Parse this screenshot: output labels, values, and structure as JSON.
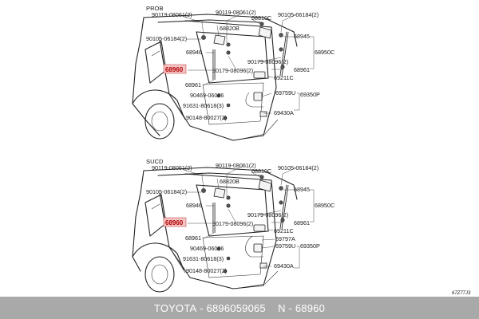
{
  "diagram": {
    "panels": [
      {
        "variant": "PROB",
        "callouts": [
          {
            "code": "90119-08061(2)",
            "highlight": false
          },
          {
            "code": "90119-08061(2)",
            "highlight": false
          },
          {
            "code": "68810C",
            "highlight": false
          },
          {
            "code": "90105-06184(2)",
            "highlight": false
          },
          {
            "code": "68820B",
            "highlight": false
          },
          {
            "code": "90105-06184(2)",
            "highlight": false
          },
          {
            "code": "68945",
            "highlight": false
          },
          {
            "code": "68950C",
            "highlight": false
          },
          {
            "code": "68946",
            "highlight": false
          },
          {
            "code": "90179-08096(2)",
            "highlight": false
          },
          {
            "code": "68960",
            "highlight": true
          },
          {
            "code": "90179-08096(2)",
            "highlight": false
          },
          {
            "code": "68961",
            "highlight": false
          },
          {
            "code": "69211C",
            "highlight": false
          },
          {
            "code": "68961",
            "highlight": false
          },
          {
            "code": "90469-06006",
            "highlight": false
          },
          {
            "code": "69759U",
            "highlight": false
          },
          {
            "code": "69350P",
            "highlight": false
          },
          {
            "code": "91631-80618(3)",
            "highlight": false
          },
          {
            "code": "90148-80027(2)",
            "highlight": false
          },
          {
            "code": "69430A",
            "highlight": false
          }
        ]
      },
      {
        "variant": "SUCD",
        "callouts": [
          {
            "code": "90119-08061(2)",
            "highlight": false
          },
          {
            "code": "90119-08061(2)",
            "highlight": false
          },
          {
            "code": "90105-06184(2)",
            "highlight": false
          },
          {
            "code": "68810C",
            "highlight": false
          },
          {
            "code": "68820B",
            "highlight": false
          },
          {
            "code": "90105-06184(2)",
            "highlight": false
          },
          {
            "code": "68945",
            "highlight": false
          },
          {
            "code": "68946",
            "highlight": false
          },
          {
            "code": "68950C",
            "highlight": false
          },
          {
            "code": "68960",
            "highlight": true
          },
          {
            "code": "90179-08096(2)",
            "highlight": false
          },
          {
            "code": "68961",
            "highlight": false
          },
          {
            "code": "90179-08096(2)",
            "highlight": false
          },
          {
            "code": "69211C",
            "highlight": false
          },
          {
            "code": "68961",
            "highlight": false
          },
          {
            "code": "69797A",
            "highlight": false
          },
          {
            "code": "69759U",
            "highlight": false
          },
          {
            "code": "69350P",
            "highlight": false
          },
          {
            "code": "90469-06006",
            "highlight": false
          },
          {
            "code": "91631-80618(3)",
            "highlight": false
          },
          {
            "code": "90148-80027(2)",
            "highlight": false
          },
          {
            "code": "69430A",
            "highlight": false
          }
        ]
      }
    ],
    "figure_code": "67Z77J3"
  },
  "footer": {
    "brand": "TOYOTA",
    "part_number": "6896059065",
    "separator": "-",
    "short_label": "N",
    "short_code": "68960"
  },
  "colors": {
    "highlight_fill": "#f3c4c4",
    "highlight_text": "#b40000",
    "footer_bg": "#a9a9a9"
  }
}
